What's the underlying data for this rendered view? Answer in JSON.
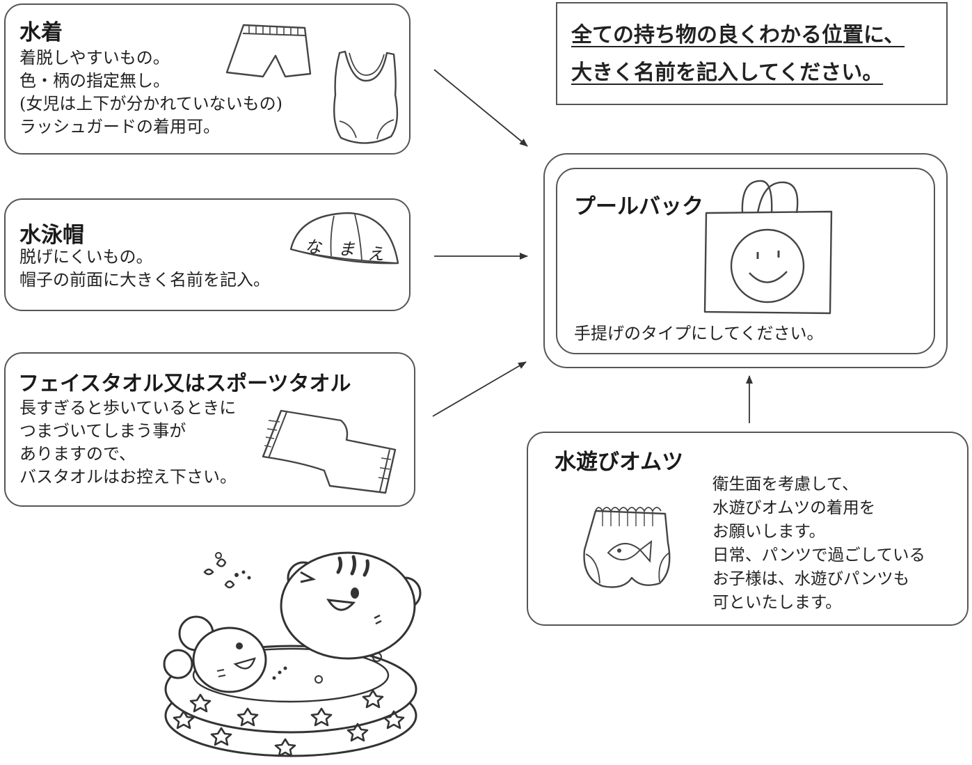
{
  "swimsuit": {
    "title": "水着",
    "lines": [
      "着脱しやすいもの。",
      "色・柄の指定無し。",
      "(女児は上下が分かれていないもの)",
      "ラッシュガードの着用可。"
    ]
  },
  "swim_cap": {
    "title": "水泳帽",
    "lines": [
      "脱げにくいもの。",
      "帽子の前面に大きく名前を記入。"
    ],
    "cap_labels": [
      "な",
      "ま",
      "え"
    ]
  },
  "towel": {
    "title": "フェイスタオル又はスポーツタオル",
    "lines": [
      "長すぎると歩いているときに",
      "つまづいてしまう事が",
      "ありますので、",
      "バスタオルはお控え下さい。"
    ]
  },
  "notice": {
    "lines": [
      "全ての持ち物の良くわかる位置に、",
      "大きく名前を記入してください。"
    ]
  },
  "pool_bag": {
    "title": "プールバック",
    "note": "手提げのタイプにしてください。"
  },
  "swim_diaper": {
    "title": "水遊びオムツ",
    "lines": [
      "衛生面を考慮して、",
      "水遊びオムツの着用を",
      "お願いします。",
      "日常、パンツで過ごしている",
      "お子様は、水遊びパンツも",
      "可といたします。"
    ]
  }
}
